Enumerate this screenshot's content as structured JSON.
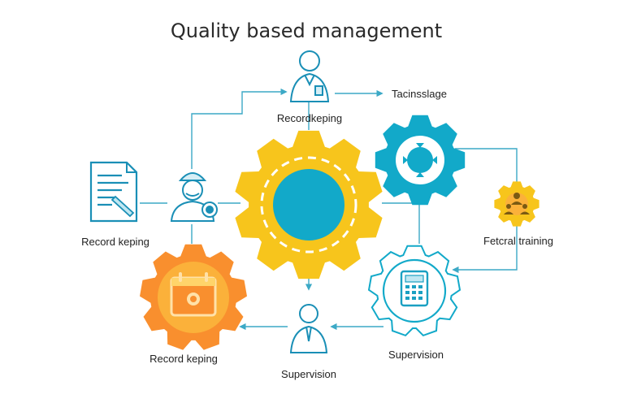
{
  "title": "Quality based management",
  "labels": {
    "top_right": "Tacinsslage",
    "top_center": "Recordkeping",
    "left": "Record keping",
    "right": "Fetcral training",
    "bottom_left": "Record keping",
    "bottom_right": "Supervision",
    "bottom_center": "Supervision"
  },
  "colors": {
    "yellow": "#F7C51C",
    "cyan": "#12A9C9",
    "orange": "#F98F2E",
    "orange_light": "#FBB13A",
    "line": "#3CA9C6",
    "text": "#222222"
  },
  "icons": {
    "person_top": "person-with-badge-icon",
    "worker": "worker-with-headset-icon",
    "document": "document-with-pen-icon",
    "team": "team-gear-icon",
    "calendar": "calendar-icon",
    "calculator": "calculator-icon",
    "person_bottom": "person-with-tie-icon"
  }
}
